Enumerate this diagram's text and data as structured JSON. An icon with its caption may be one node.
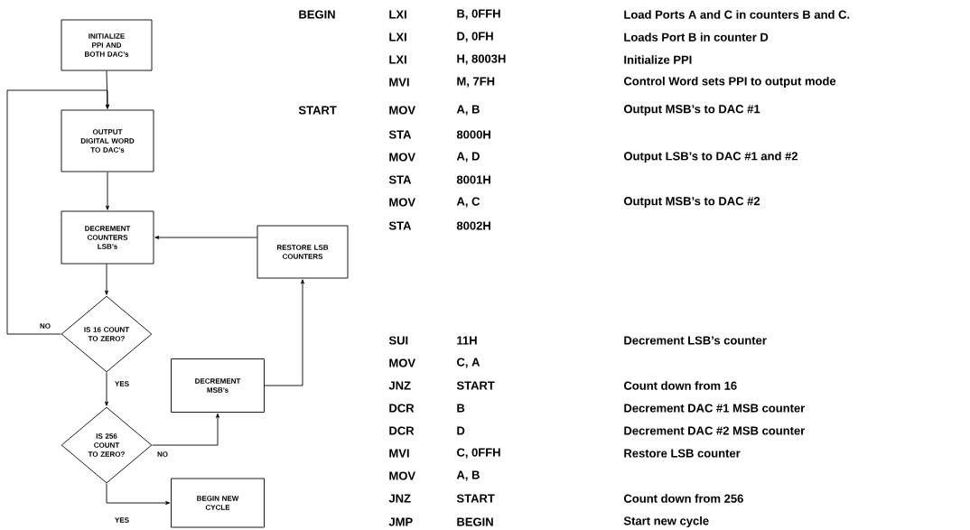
{
  "diagram": {
    "nodes": [
      {
        "text": [
          "INITIALIZE PPI AND BOTH DAC’s"
        ]
      },
      {
        "text": [
          "OUTPUT DIGITAL WORD TO DAC’s"
        ]
      },
      {
        "text": [
          "DECREMENT COUNTERS LSB’s"
        ]
      },
      {
        "text": [
          "RESTORE LSB COUNTERS"
        ]
      },
      {
        "text": [
          "IS 16 COUNT TO ZERO?"
        ]
      },
      {
        "text": [
          "DECREMENT MSB’s"
        ]
      },
      {
        "text": [
          "IS 256 COUNT TO ZERO?"
        ]
      },
      {
        "text": [
          "BEGIN NEW CYCLE"
        ]
      }
    ],
    "edges": [
      {
        "from": 0,
        "to": 1,
        "arrow": "to"
      },
      {
        "from": 1,
        "to": 2,
        "arrow": "to"
      },
      {
        "from": 2,
        "to": 4,
        "arrow": "to"
      },
      {
        "from": 4,
        "to": 1,
        "arrow": "to",
        "label": "NO"
      },
      {
        "from": 4,
        "to": 6,
        "arrow": "to",
        "label": "YES"
      },
      {
        "from": 6,
        "to": 5,
        "arrow": "to",
        "label": "NO"
      },
      {
        "from": 5,
        "to": 3,
        "arrow": "to"
      },
      {
        "from": 3,
        "to": 2,
        "arrow": "to"
      },
      {
        "from": 6,
        "to": 7,
        "arrow": "to",
        "label": "YES"
      }
    ],
    "labels": [
      "BEGIN",
      "LXI",
      "B, 0FFH",
      "Load Ports A and C in counters B and C.",
      "LXI",
      "D, 0FH",
      "Loads Port B in counter D",
      "LXI",
      "H, 8003H",
      "Initialize PPI",
      "MVI",
      "M, 7FH",
      "Control Word sets PPI to output mode",
      "START",
      "MOV",
      "A, B",
      "Output MSB’s to DAC #1",
      "STA",
      "8000H",
      "MOV",
      "A, D",
      "Output LSB’s to DAC #1 and #2",
      "STA",
      "8001H",
      "MOV",
      "A, C",
      "Output MSB’s to DAC #2",
      "STA",
      "8002H",
      "SUI",
      "11H",
      "Decrement LSB’s counter",
      "MOV",
      "C, A",
      "JNZ",
      "START",
      "Count down from 16",
      "DCR",
      "B",
      "Decrement DAC #1 MSB counter",
      "DCR",
      "D",
      "Decrement DAC #2 MSB counter",
      "MVI",
      "C, 0FFH",
      "Restore LSB counter",
      "MOV",
      "A, B",
      "JNZ",
      "START",
      "Count down from 256",
      "JMP",
      "BEGIN",
      "Start new cycle"
    ]
  }
}
